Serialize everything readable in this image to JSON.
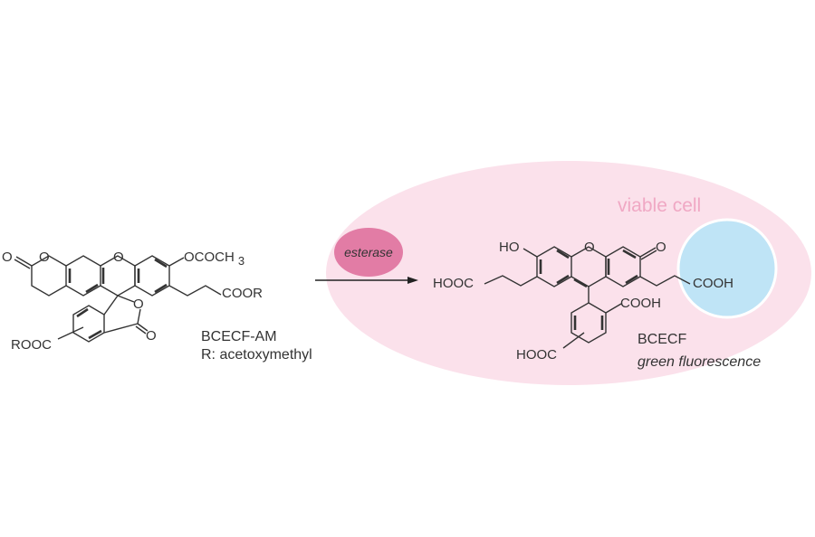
{
  "colors": {
    "cell": "#fbe1eb",
    "esterase": "#e27ca5",
    "carboxyl_highlight": "#bfe4f6",
    "cell_label": "#f0a8c4",
    "ink": "#333333"
  },
  "reactant": {
    "atoms": {
      "o_lactone_carbonyl": "O",
      "o_lactone_ring": "O",
      "o_xanthene": "O",
      "acetoxy": "OCOCH",
      "acetoxy_sub": "3",
      "coor": "COOR",
      "o_spiro_ring": "O",
      "o_spiro_carbonyl": "O",
      "rooc": "ROOC"
    },
    "name": "BCECF-AM",
    "r_definition": "R: acetoxymethyl"
  },
  "reaction": {
    "enzyme": "esterase"
  },
  "product": {
    "cell_label": "viable cell",
    "atoms": {
      "ho": "HO",
      "o_xanthene": "O",
      "o_keto": "O",
      "hooc_left": "HOOC",
      "cooh_right": "COOH",
      "cooh_phenyl": "COOH",
      "hooc_phenyl": "HOOC"
    },
    "name": "BCECF",
    "property": "green fluorescence"
  }
}
